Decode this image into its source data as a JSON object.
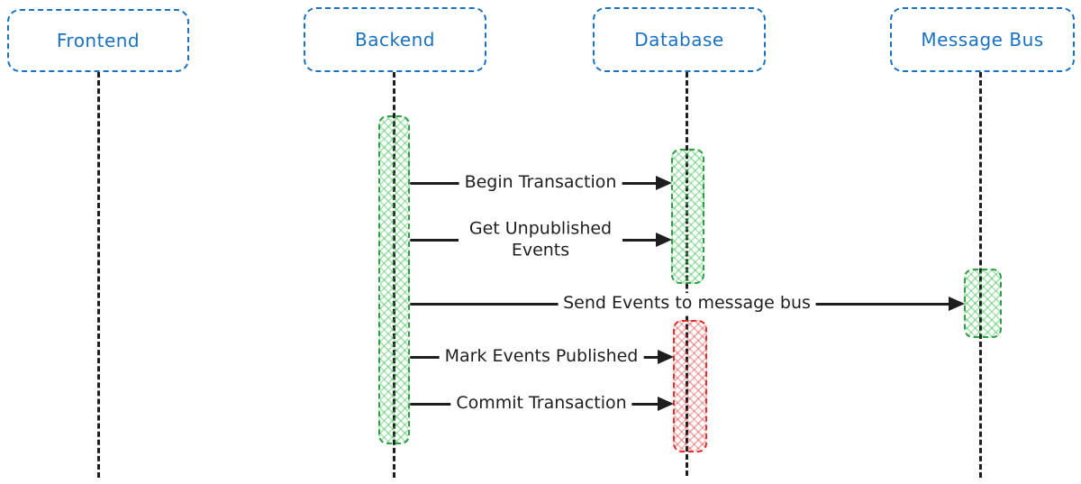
{
  "diagram": {
    "type": "sequence",
    "participants": [
      {
        "label": "Frontend"
      },
      {
        "label": "Backend"
      },
      {
        "label": "Database"
      },
      {
        "label": "Message Bus"
      }
    ],
    "messages": [
      {
        "label": "Begin Transaction",
        "from": "Backend",
        "to": "Database"
      },
      {
        "label": "Get Unpublished Events",
        "from": "Backend",
        "to": "Database"
      },
      {
        "label": "Send Events to message bus",
        "from": "Backend",
        "to": "Message Bus"
      },
      {
        "label": "Mark Events Published",
        "from": "Backend",
        "to": "Database"
      },
      {
        "label": "Commit Transaction",
        "from": "Backend",
        "to": "Database"
      }
    ],
    "activations": [
      {
        "participant": "Backend",
        "color": "green"
      },
      {
        "participant": "Database",
        "color": "green"
      },
      {
        "participant": "Database",
        "color": "red"
      },
      {
        "participant": "Message Bus",
        "color": "green"
      }
    ],
    "colors": {
      "participant_blue": "#1971c2",
      "activation_green_border": "#2f9e44",
      "activation_green_hatch": "#b2f2bb",
      "activation_red_border": "#e03131",
      "activation_red_hatch": "#ffc9c9",
      "ink": "#1e1e1e",
      "background": "#ffffff"
    }
  }
}
